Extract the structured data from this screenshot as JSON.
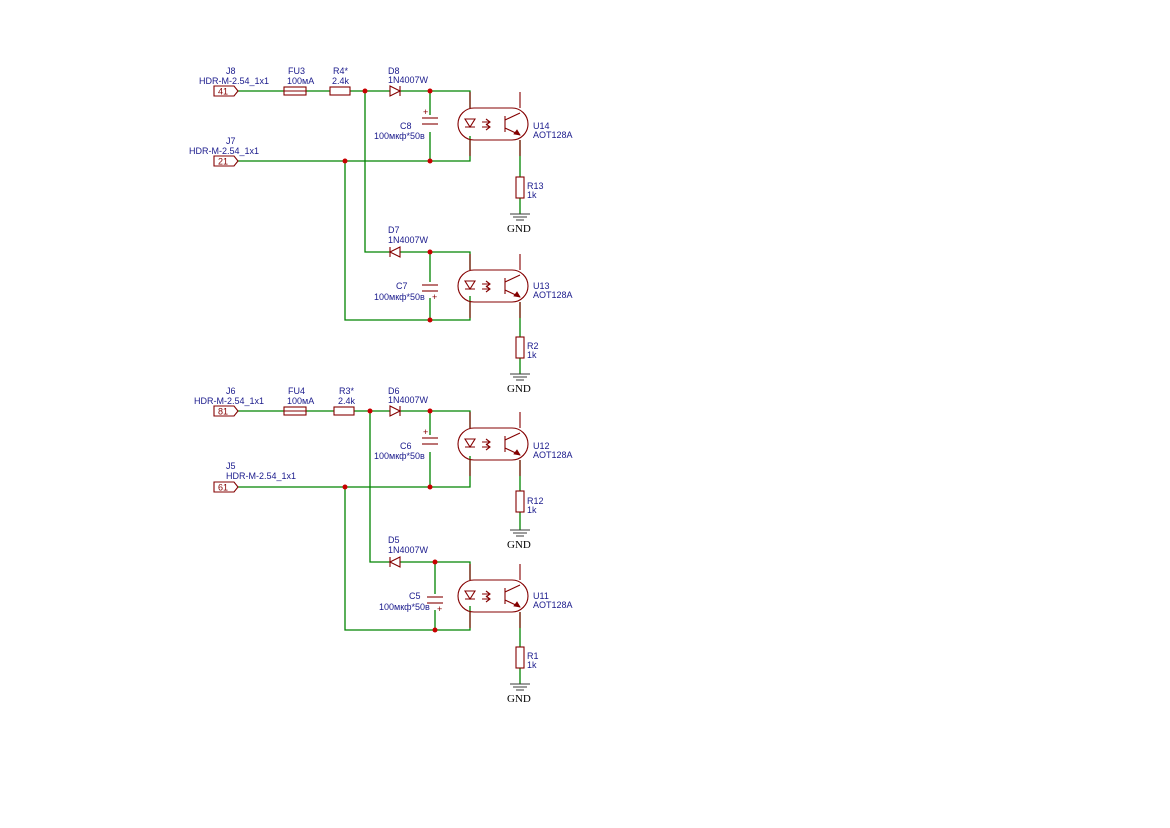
{
  "stages": [
    {
      "connector_in": {
        "ref": "J8",
        "value": "HDR-M-2.54_1x1",
        "pin": "41"
      },
      "connector_ret": {
        "ref": "J7",
        "value": "HDR-M-2.54_1x1",
        "pin": "21"
      },
      "fuse": {
        "ref": "FU3",
        "value": "100мА"
      },
      "resistor": {
        "ref": "R4*",
        "value": "2.4k"
      },
      "diode_a": {
        "ref": "D8",
        "value": "1N4007W"
      },
      "cap_a": {
        "ref": "C8",
        "value": "100мкф*50в"
      },
      "opto_a": {
        "ref": "U14",
        "value": "AOT128A"
      },
      "rload_a": {
        "ref": "R13",
        "value": "1k"
      },
      "gnd_a": "GND",
      "diode_b": {
        "ref": "D7",
        "value": "1N4007W"
      },
      "cap_b": {
        "ref": "C7",
        "value": "100мкф*50в"
      },
      "opto_b": {
        "ref": "U13",
        "value": "AOT128A"
      },
      "rload_b": {
        "ref": "R2",
        "value": "1k"
      },
      "gnd_b": "GND"
    },
    {
      "connector_in": {
        "ref": "J6",
        "value": "HDR-M-2.54_1x1",
        "pin": "81"
      },
      "connector_ret": {
        "ref": "J5",
        "value": "HDR-M-2.54_1x1",
        "pin": "61"
      },
      "fuse": {
        "ref": "FU4",
        "value": "100мА"
      },
      "resistor": {
        "ref": "R3*",
        "value": "2.4k"
      },
      "diode_a": {
        "ref": "D6",
        "value": "1N4007W"
      },
      "cap_a": {
        "ref": "C6",
        "value": "100мкф*50в"
      },
      "opto_a": {
        "ref": "U12",
        "value": "AOT128A"
      },
      "rload_a": {
        "ref": "R12",
        "value": "1k"
      },
      "gnd_a": "GND",
      "diode_b": {
        "ref": "D5",
        "value": "1N4007W"
      },
      "cap_b": {
        "ref": "C5",
        "value": "100мкф*50в"
      },
      "opto_b": {
        "ref": "U11",
        "value": "AOT128A"
      },
      "rload_b": {
        "ref": "R1",
        "value": "1k"
      },
      "gnd_b": "GND"
    }
  ],
  "colors": {
    "wire": "#008400",
    "symbol": "#840000",
    "junction": "#c80000",
    "label": "#1a1a8c"
  }
}
